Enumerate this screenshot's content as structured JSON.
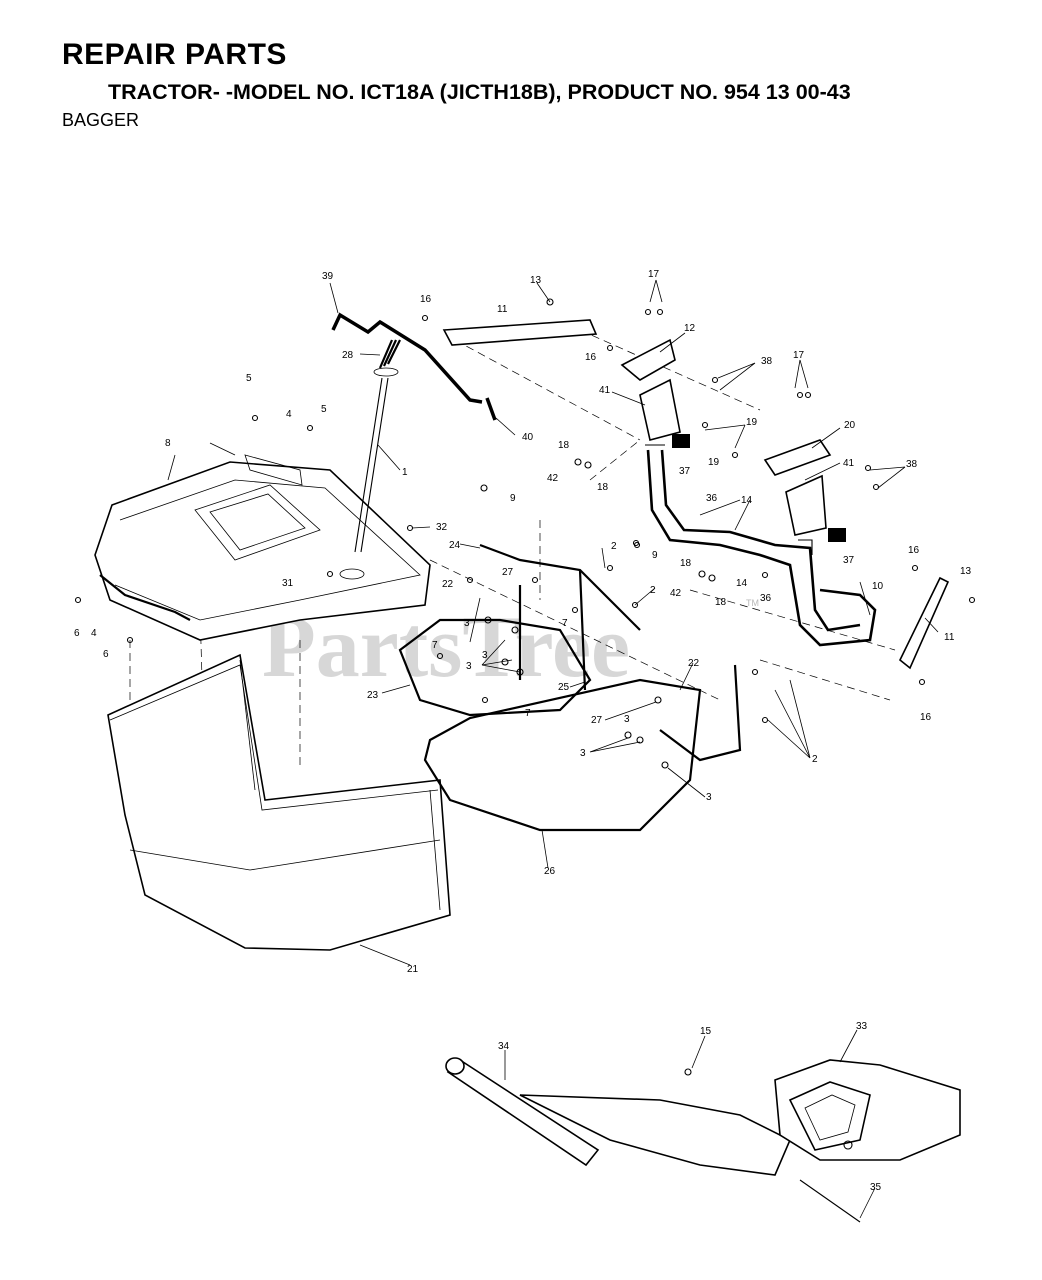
{
  "header": {
    "title": "REPAIR PARTS",
    "model_line": "TRACTOR- -MODEL NO. ICT18A (JICTH18B), PRODUCT NO. 954 13   00-43",
    "section": "BAGGER"
  },
  "watermark": {
    "text": "PartsTree",
    "tm": "TM"
  },
  "callouts": {
    "c1": "1",
    "c2a": "2",
    "c2b": "2",
    "c2c": "2",
    "c3a": "3",
    "c3b": "3",
    "c3c": "3",
    "c3d": "3",
    "c3e": "3",
    "c3f": "3",
    "c4a": "4",
    "c4b": "4",
    "c5a": "5",
    "c5b": "5",
    "c6a": "6",
    "c6b": "6",
    "c7a": "7",
    "c7b": "7",
    "c7c": "7",
    "c8": "8",
    "c9a": "9",
    "c9b": "9",
    "c10": "10",
    "c11a": "11",
    "c11b": "11",
    "c12": "12",
    "c13a": "13",
    "c13b": "13",
    "c14a": "14",
    "c14b": "14",
    "c15": "15",
    "c16a": "16",
    "c16b": "16",
    "c16c": "16",
    "c16d": "16",
    "c17a": "17",
    "c17b": "17",
    "c18a": "18",
    "c18b": "18",
    "c18c": "18",
    "c18d": "18",
    "c19a": "19",
    "c19b": "19",
    "c20": "20",
    "c21": "21",
    "c22a": "22",
    "c22b": "22",
    "c23": "23",
    "c24": "24",
    "c25": "25",
    "c26": "26",
    "c27a": "27",
    "c27b": "27",
    "c28": "28",
    "c31": "31",
    "c32": "32",
    "c33": "33",
    "c34": "34",
    "c35": "35",
    "c36a": "36",
    "c36b": "36",
    "c37a": "37",
    "c37b": "37",
    "c38a": "38",
    "c38b": "38",
    "c39": "39",
    "c40": "40",
    "c41a": "41",
    "c41b": "41",
    "c42a": "42",
    "c42b": "42"
  }
}
